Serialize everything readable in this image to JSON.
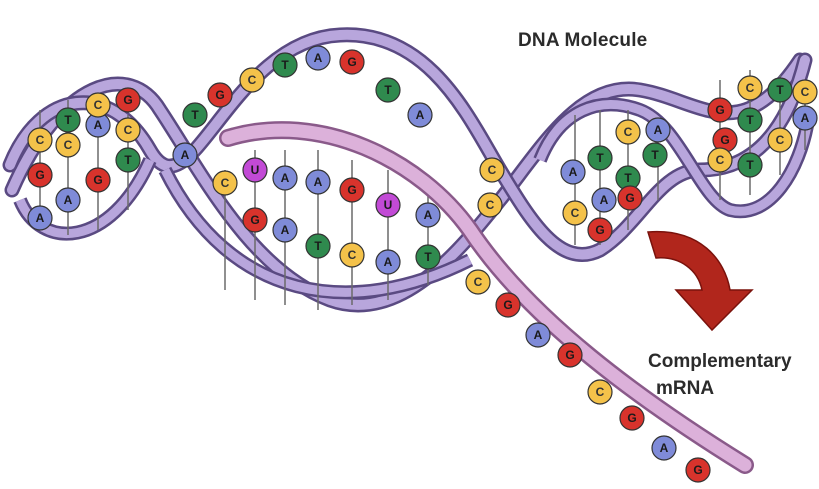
{
  "labels": {
    "dna_molecule": "DNA Molecule",
    "mrna_line1": "Complementary",
    "mrna_line2": "mRNA"
  },
  "colors": {
    "backbone_fill": "#b8a6dc",
    "backbone_stroke": "#5a4a82",
    "mrna_ribbon": "#dcb1da",
    "arrow": "#b1261c",
    "A": "#7f8bd8",
    "C": "#f4c24a",
    "G": "#d8332c",
    "T": "#2f8a4e",
    "U": "#c24ad6"
  },
  "bases": {
    "left_loop": [
      "C",
      "A",
      "C",
      "G",
      "A",
      "G",
      "T",
      "A",
      "G",
      "C",
      "T",
      "C"
    ],
    "top_strand": [
      "G",
      "C",
      "T",
      "A",
      "G",
      "T",
      "A",
      "T",
      "A"
    ],
    "mrna_paired": [
      "C",
      "U",
      "A",
      "A",
      "G",
      "U",
      "A"
    ],
    "dna_template": [
      "G",
      "A",
      "T",
      "C",
      "A",
      "T"
    ],
    "right_loop": [
      "C",
      "C",
      "A",
      "C",
      "T",
      "G",
      "C",
      "T",
      "T",
      "G",
      "A",
      "A",
      "G",
      "C",
      "T",
      "C",
      "G",
      "T",
      "C",
      "A",
      "C",
      "T"
    ],
    "mrna_tail": [
      "C",
      "G",
      "A",
      "G",
      "C",
      "G",
      "A",
      "G"
    ]
  }
}
